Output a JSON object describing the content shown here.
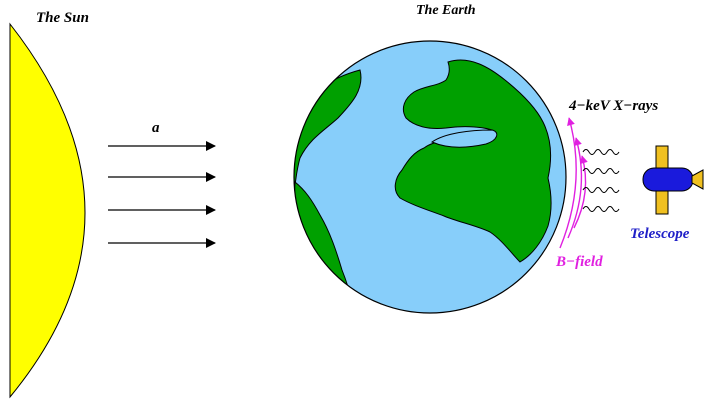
{
  "labels": {
    "sun": "The Sun",
    "earth": "The Earth",
    "axion": "a",
    "xrays": "4−keV X−rays",
    "bfield": "B−field",
    "telescope": "Telescope"
  },
  "colors": {
    "sun_fill": "#ffff00",
    "earth_ocean": "#87cefa",
    "earth_land": "#00a000",
    "bfield": "#e020e0",
    "telescope_body": "#1a1adc",
    "telescope_panel": "#f0c020",
    "telescope_label": "#2020c8",
    "ink": "#000000"
  },
  "icons": {
    "satellite": "satellite-telescope-icon",
    "arrow": "arrow-right-icon",
    "wave": "wavy-xray-icon"
  }
}
